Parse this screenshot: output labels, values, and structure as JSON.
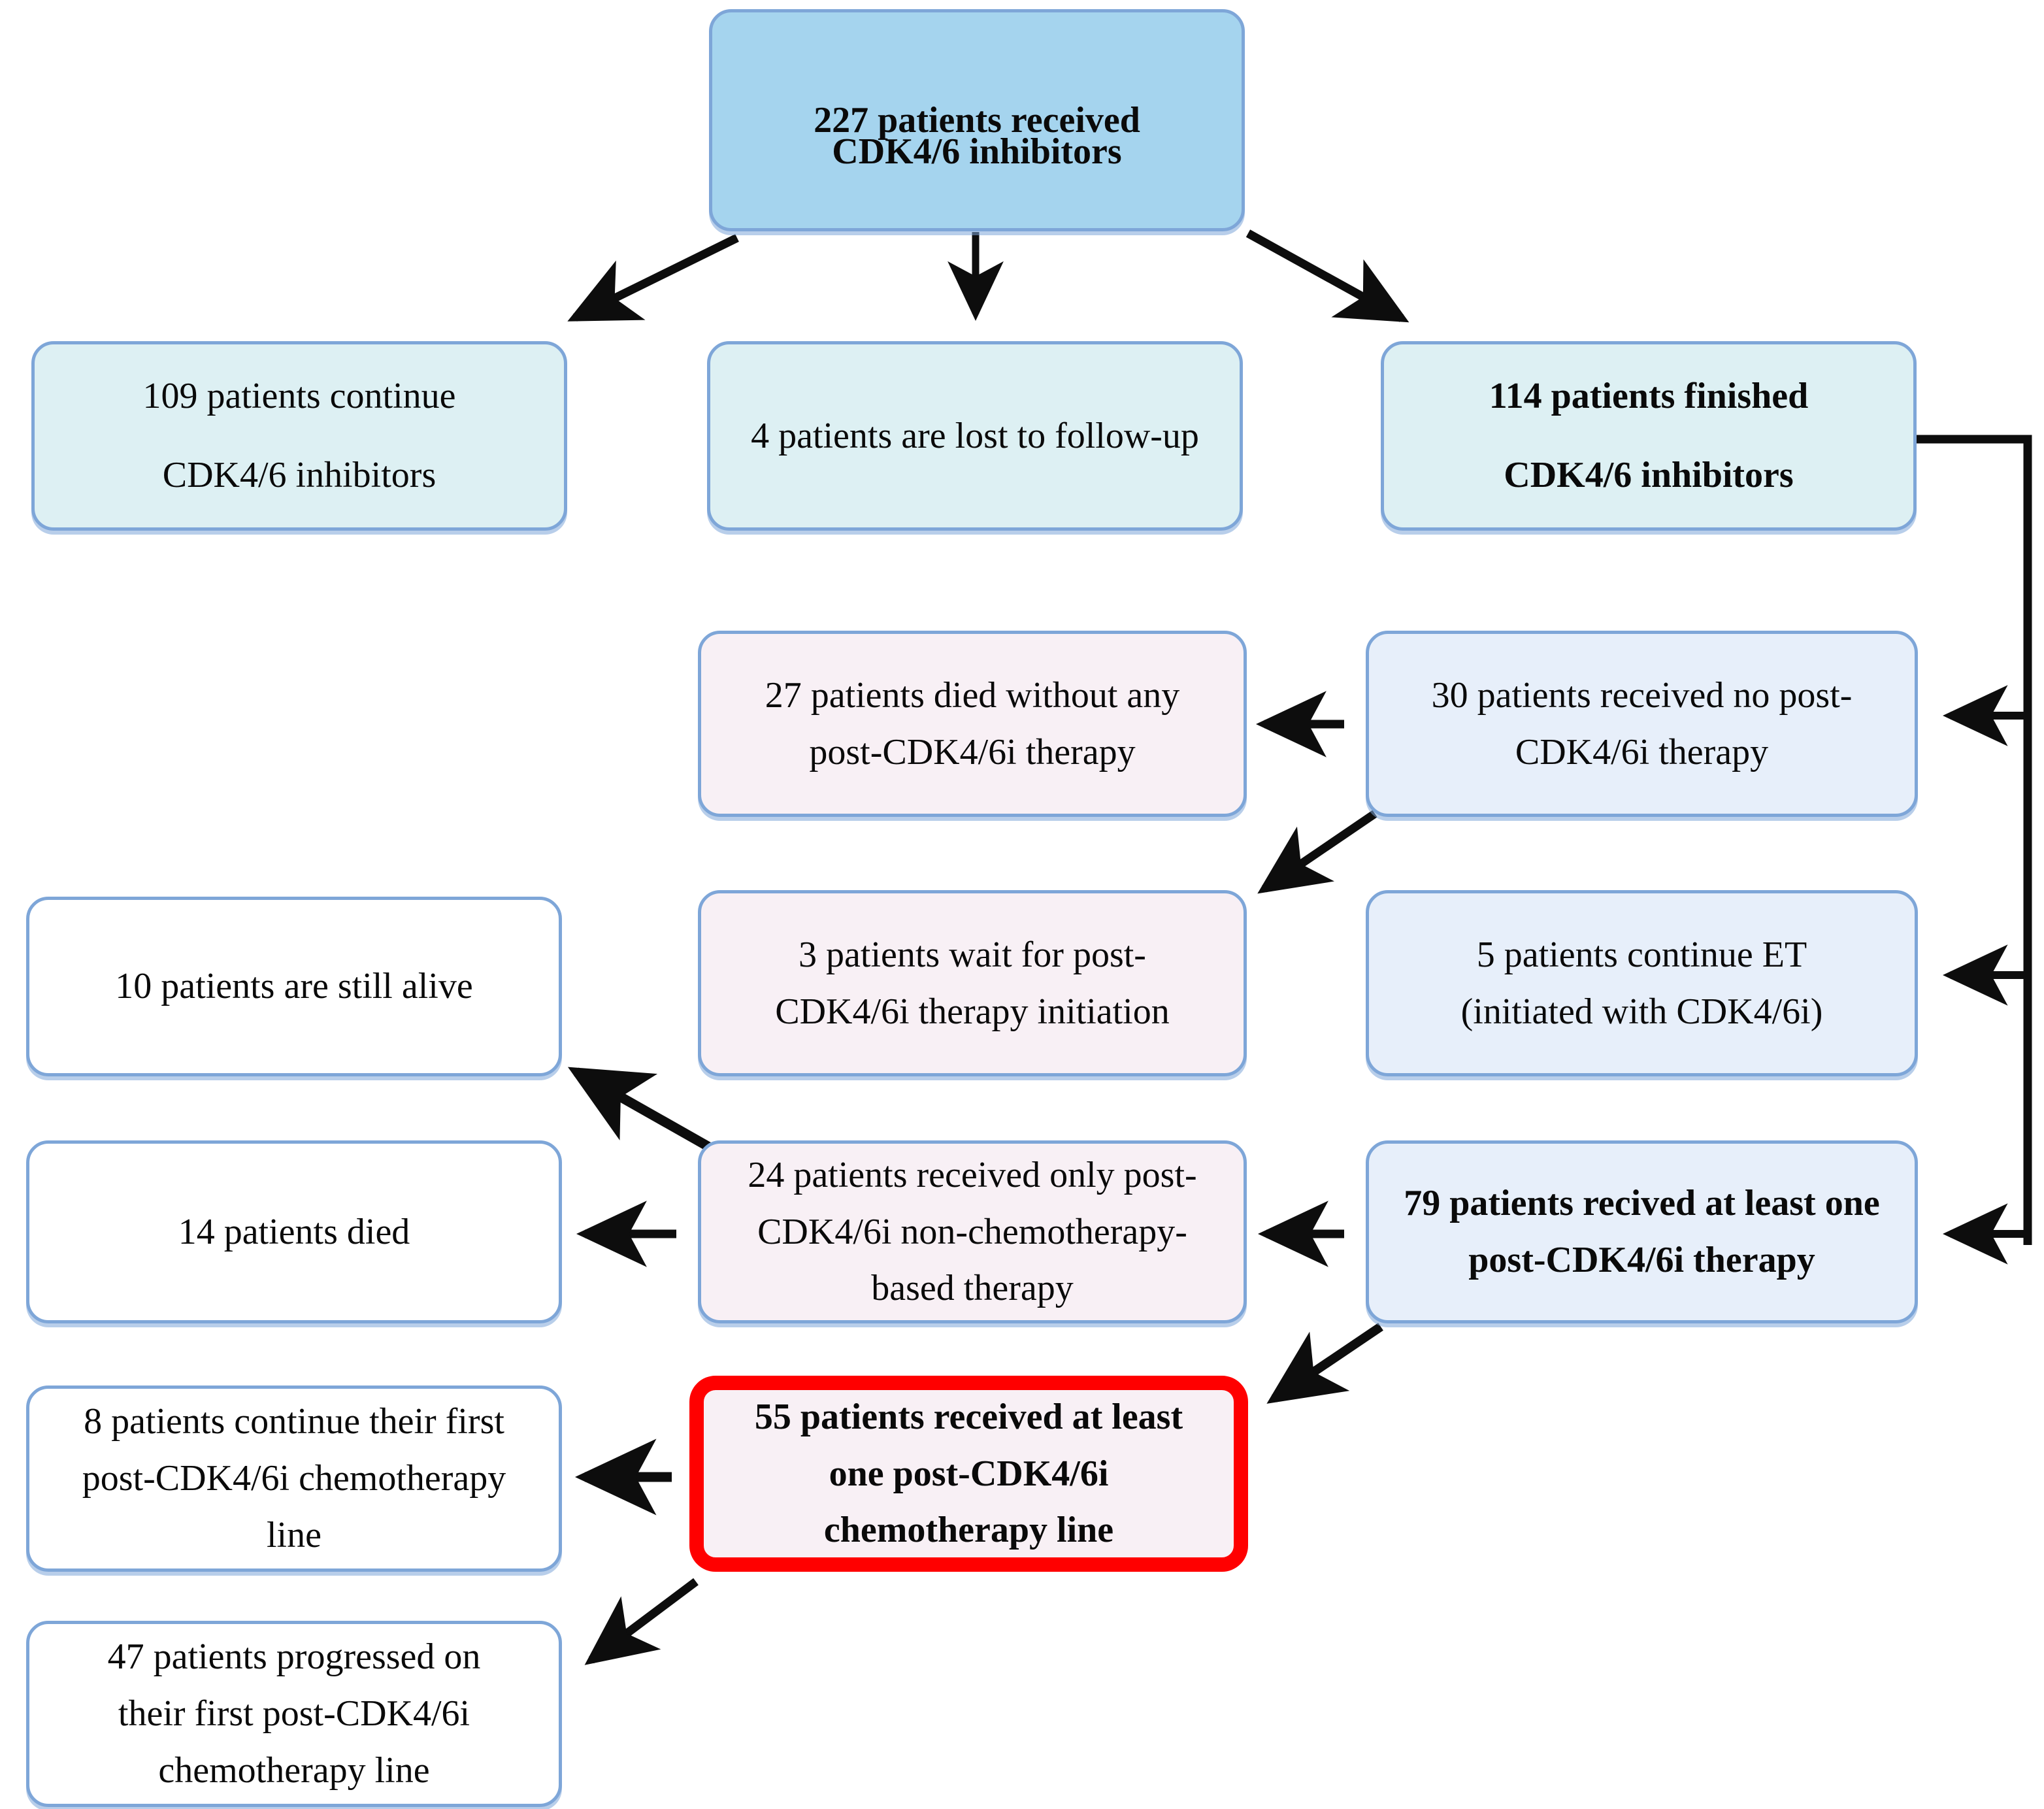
{
  "diagram": {
    "title": "CDK4/6 inhibitor patient flow",
    "colors": {
      "root_fill": "#A5D4EE",
      "cyan_fill": "#DDF0F3",
      "blue_fill": "#E7EFFA",
      "pink_fill": "#F8F0F5",
      "white_fill": "#FFFFFF",
      "node_border": "#7EA6D8",
      "highlight_border": "#FF0000",
      "arrow": "#000000",
      "background": "#FFFFFF"
    },
    "nodes": [
      {
        "id": "root",
        "lines": [
          "227 patients received",
          "CDK4/6 inhibitors"
        ],
        "bold": true,
        "fill": "root_fill",
        "highlight": false
      },
      {
        "id": "continue-cdk",
        "lines": [
          "109 patients continue",
          "CDK4/6 inhibitors"
        ],
        "bold": false,
        "fill": "cyan_fill",
        "highlight": false
      },
      {
        "id": "lost-followup",
        "lines": [
          "4 patients are lost to follow-up"
        ],
        "bold": false,
        "fill": "cyan_fill",
        "highlight": false
      },
      {
        "id": "finished-cdk",
        "lines": [
          "114 patients finished",
          "CDK4/6 inhibitors"
        ],
        "bold": true,
        "fill": "cyan_fill",
        "highlight": false
      },
      {
        "id": "died-no-therapy",
        "lines": [
          "27 patients died without any",
          "post-CDK4/6i therapy"
        ],
        "bold": false,
        "fill": "pink_fill",
        "highlight": false
      },
      {
        "id": "no-post-therapy",
        "lines": [
          "30 patients received no post-",
          "CDK4/6i therapy"
        ],
        "bold": false,
        "fill": "blue_fill",
        "highlight": false
      },
      {
        "id": "still-alive",
        "lines": [
          "10 patients are still alive"
        ],
        "bold": false,
        "fill": "white_fill",
        "highlight": false
      },
      {
        "id": "wait-initiation",
        "lines": [
          "3 patients wait for post-",
          "CDK4/6i therapy initiation"
        ],
        "bold": false,
        "fill": "pink_fill",
        "highlight": false
      },
      {
        "id": "continue-et",
        "lines": [
          "5 patients continue ET",
          "(initiated with CDK4/6i)"
        ],
        "bold": false,
        "fill": "blue_fill",
        "highlight": false
      },
      {
        "id": "died-14",
        "lines": [
          "14 patients died"
        ],
        "bold": false,
        "fill": "white_fill",
        "highlight": false
      },
      {
        "id": "non-chemo-only",
        "lines": [
          "24 patients received only post-",
          "CDK4/6i non-chemotherapy-",
          "based therapy"
        ],
        "bold": false,
        "fill": "pink_fill",
        "highlight": false
      },
      {
        "id": "at-least-one-therapy",
        "lines": [
          "79 patients recived at least one",
          "post-CDK4/6i therapy"
        ],
        "bold": true,
        "fill": "blue_fill",
        "highlight": false
      },
      {
        "id": "continue-first-chemo",
        "lines": [
          "8 patients continue their first",
          "post-CDK4/6i chemotherapy",
          "line"
        ],
        "bold": false,
        "fill": "white_fill",
        "highlight": false
      },
      {
        "id": "at-least-one-chemo",
        "lines": [
          "55 patients received at least",
          "one post-CDK4/6i",
          "chemotherapy line"
        ],
        "bold": true,
        "fill": "pink_fill",
        "highlight": true
      },
      {
        "id": "progressed-first-chemo",
        "lines": [
          "47 patients progressed on",
          "their first post-CDK4/6i",
          "chemotherapy line"
        ],
        "bold": false,
        "fill": "white_fill",
        "highlight": false
      }
    ],
    "edges": [
      {
        "from": "root",
        "to": "continue-cdk",
        "kind": "diagonal-down-left"
      },
      {
        "from": "root",
        "to": "lost-followup",
        "kind": "straight-down"
      },
      {
        "from": "root",
        "to": "finished-cdk",
        "kind": "diagonal-down-right"
      },
      {
        "from": "finished-cdk",
        "to": "no-post-therapy",
        "kind": "bus-right-then-left"
      },
      {
        "from": "finished-cdk",
        "to": "continue-et",
        "kind": "bus-right-then-left"
      },
      {
        "from": "finished-cdk",
        "to": "at-least-one-therapy",
        "kind": "bus-right-then-left"
      },
      {
        "from": "no-post-therapy",
        "to": "died-no-therapy",
        "kind": "horizontal-left"
      },
      {
        "from": "no-post-therapy",
        "to": "wait-initiation",
        "kind": "diagonal-down-left"
      },
      {
        "from": "at-least-one-therapy",
        "to": "non-chemo-only",
        "kind": "horizontal-left"
      },
      {
        "from": "at-least-one-therapy",
        "to": "at-least-one-chemo",
        "kind": "diagonal-down-left"
      },
      {
        "from": "non-chemo-only",
        "to": "still-alive",
        "kind": "diagonal-up-left"
      },
      {
        "from": "non-chemo-only",
        "to": "died-14",
        "kind": "horizontal-left"
      },
      {
        "from": "at-least-one-chemo",
        "to": "continue-first-chemo",
        "kind": "horizontal-left"
      },
      {
        "from": "at-least-one-chemo",
        "to": "progressed-first-chemo",
        "kind": "diagonal-down-left"
      }
    ]
  }
}
